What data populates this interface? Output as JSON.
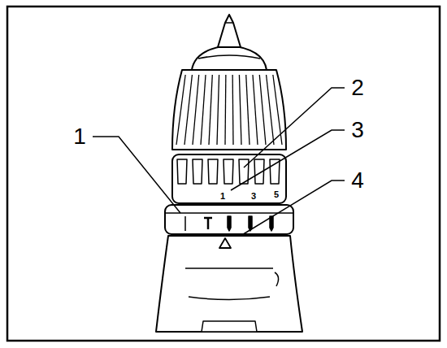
{
  "diagram": {
    "labels": [
      "1",
      "2",
      "3",
      "4",
      "1",
      "3",
      "5"
    ]
  }
}
